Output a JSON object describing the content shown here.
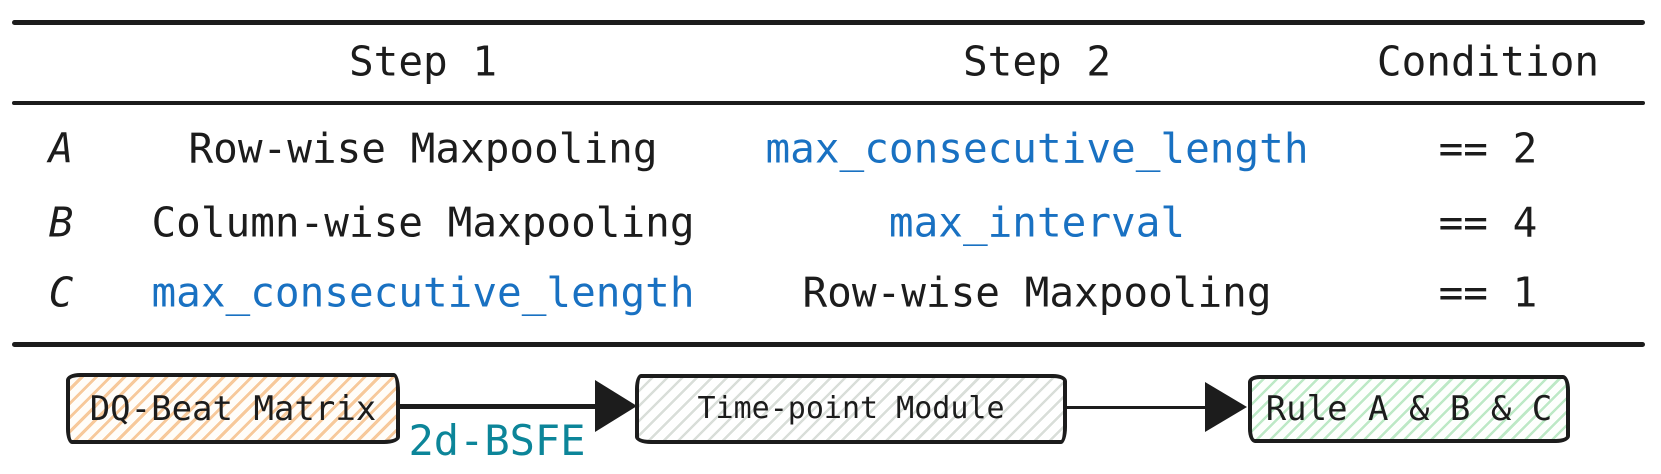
{
  "table": {
    "headers": {
      "step1": "Step 1",
      "step2": "Step 2",
      "condition": "Condition"
    },
    "rows": [
      {
        "label": "A",
        "step1": "Row-wise Maxpooling",
        "step1_color": "ink",
        "step2": "max_consecutive_length",
        "step2_color": "blue",
        "condition": "== 2"
      },
      {
        "label": "B",
        "step1": "Column-wise Maxpooling",
        "step1_color": "ink",
        "step2": "max_interval",
        "step2_color": "blue",
        "condition": "== 4"
      },
      {
        "label": "C",
        "step1": "max_consecutive_length",
        "step1_color": "blue",
        "step2": "Row-wise Maxpooling",
        "step2_color": "ink",
        "condition": "== 1"
      }
    ]
  },
  "pipeline": {
    "nodes": [
      {
        "label": "DQ-Beat Matrix",
        "fill": "orange-hachure"
      },
      {
        "label": "Time-point Module",
        "fill": "gray-hachure"
      },
      {
        "label": "Rule A & B & C",
        "fill": "green-hachure"
      }
    ],
    "edges": [
      {
        "label": "2d-BSFE"
      },
      {
        "label": ""
      }
    ]
  },
  "colors": {
    "ink": "#1c1c1c",
    "accent_blue": "#1971c2",
    "accent_teal": "#0c8599",
    "hachure_orange": "#f7c99b",
    "hachure_gray": "#d9ded9",
    "hachure_green": "#bde9c6"
  }
}
